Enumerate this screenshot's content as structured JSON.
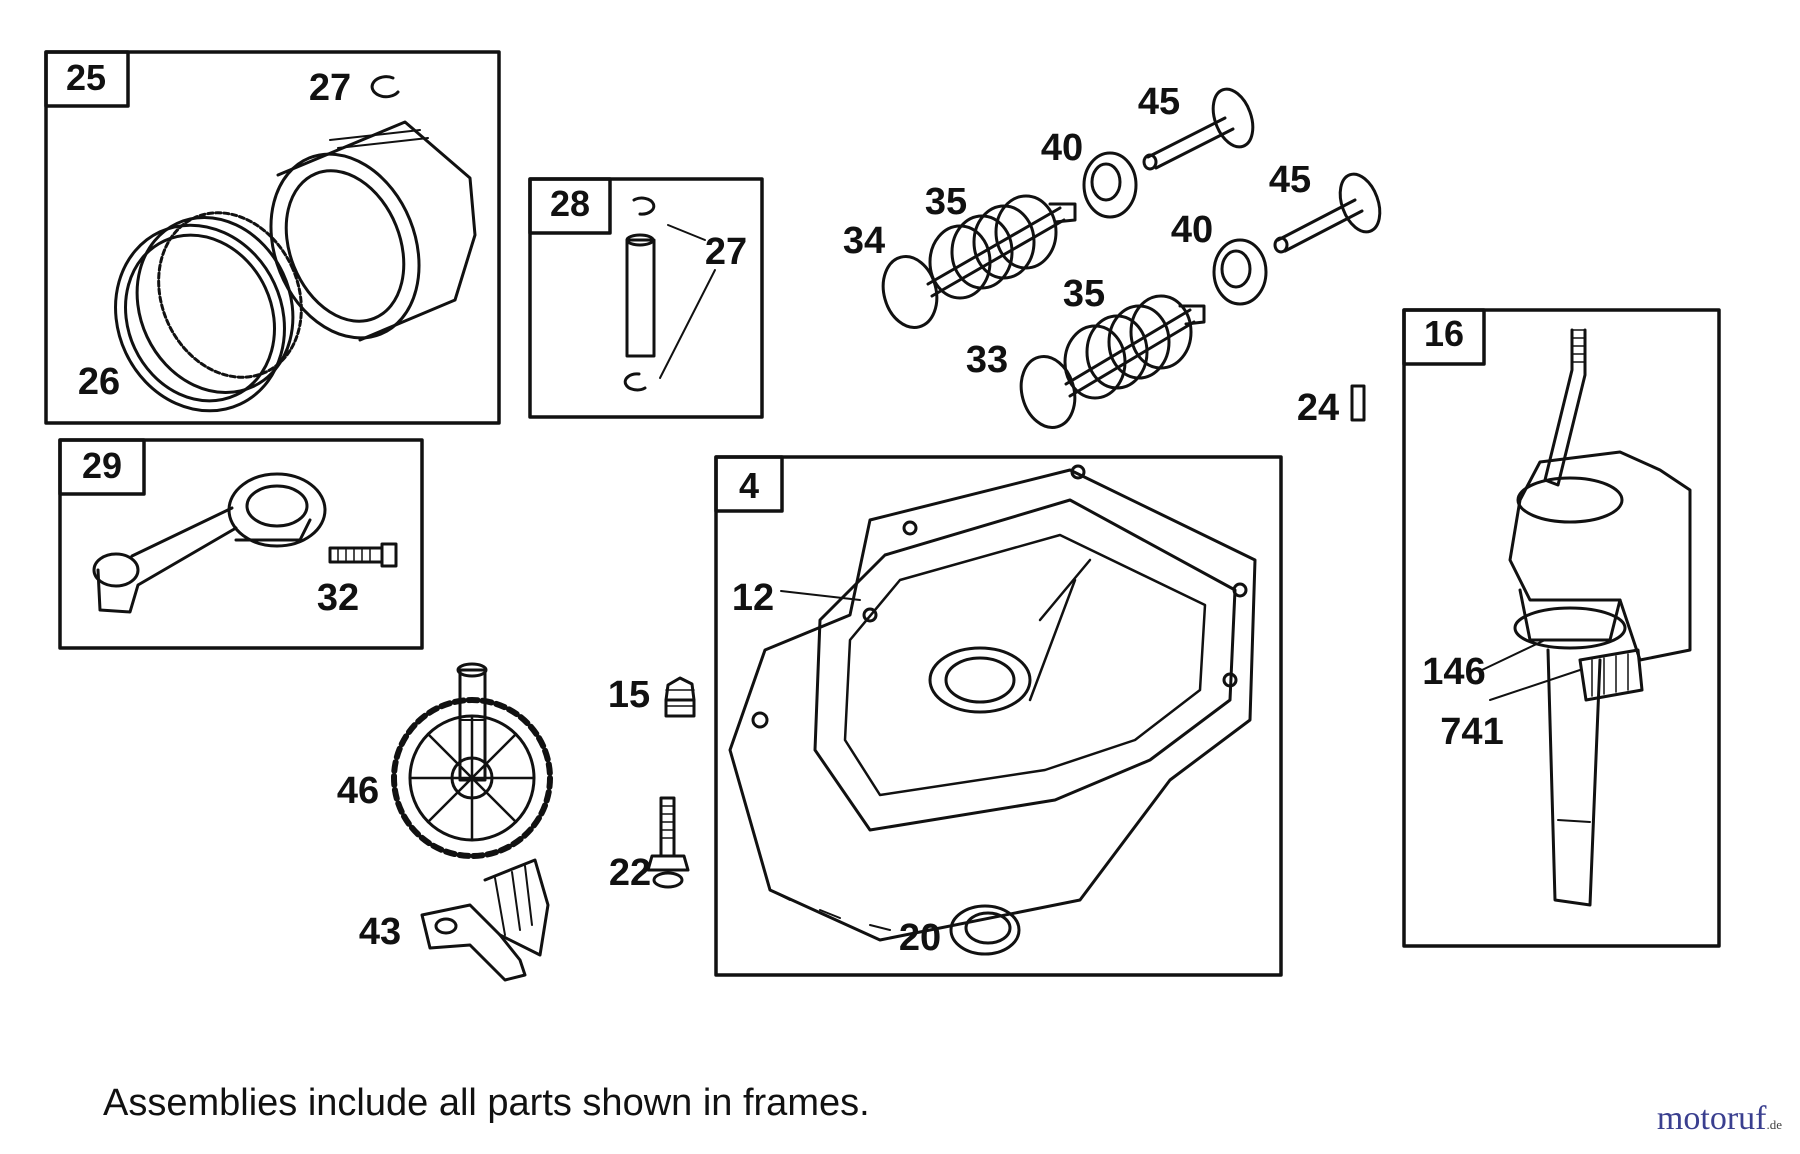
{
  "frames": {
    "piston": "25",
    "piston_pin": "28",
    "connecting_rod": "29",
    "sump": "4",
    "crankshaft": "16"
  },
  "callouts": {
    "piston_ring_set": "26",
    "piston_retainer_top": "27",
    "pin_retainer": "27",
    "rod_bolt": "32",
    "intake_valve": "34",
    "exhaust_valve": "33",
    "valve_spring_upper": "35",
    "valve_spring_lower": "35",
    "spring_retainer_upper": "40",
    "spring_retainer_lower": "40",
    "tappet_upper": "45",
    "tappet_lower": "45",
    "key": "24",
    "sump_gasket": "12",
    "oil_seal": "20",
    "plug": "15",
    "screw": "22",
    "cam_gear": "46",
    "governor": "43",
    "gear_key": "146",
    "crank_gear": "741"
  },
  "footnote": "Assemblies include all parts shown in frames.",
  "watermark": {
    "main": "motoruf",
    "suffix": ".de",
    "color": "#3a3f8f"
  }
}
